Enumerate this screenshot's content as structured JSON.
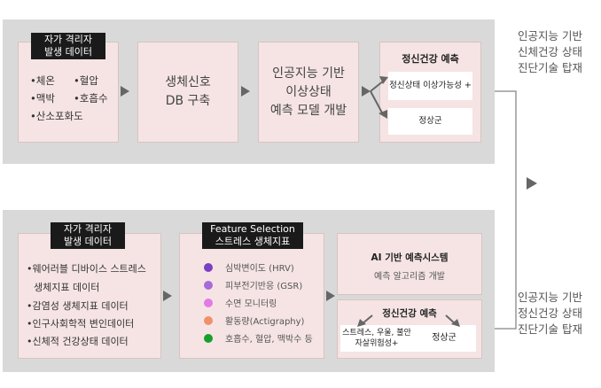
{
  "top_row": {
    "box1": {
      "tag": [
        "자가 격리자",
        "발생 데이터"
      ],
      "items": [
        "•체온",
        "•혈압",
        "•맥박",
        "•호흡수",
        "•산소포화도"
      ]
    },
    "box2": {
      "lines": [
        "생체신호",
        "DB 구축"
      ]
    },
    "box3": {
      "lines": [
        "인공지능 기반",
        "이상상태",
        "예측 모델 개발"
      ]
    },
    "box4": {
      "title": "정신건강 예측",
      "option1": "정신상태 이상가능성 +",
      "option2": "정상군"
    },
    "side_label": [
      "인공지능 기반",
      "신체건강 상태",
      "진단기술 탑재"
    ]
  },
  "bottom_row": {
    "box1": {
      "tag": [
        "자가 격리자",
        "발생 데이터"
      ],
      "items": [
        "•웨어러블 디바이스 스트레스",
        "생체지표 데이터",
        "•감염성 생체지표 데이터",
        "•인구사회학적 변인데이터",
        "•신체적 건강상태 데이터"
      ]
    },
    "box2": {
      "tag": [
        "Feature Selection",
        "스트레스 생체지표"
      ],
      "legend": [
        {
          "label": "심박변이도 (HRV)",
          "color": "#7a3fc4"
        },
        {
          "label": "피부전기반응 (GSR)",
          "color": "#a66bd9"
        },
        {
          "label": "수면 모니터링",
          "color": "#e27ae8"
        },
        {
          "label": "활동량(Actigraphy)",
          "color": "#f0906a"
        },
        {
          "label": "호흡수, 혈압, 맥박수 등",
          "color": "#16a02a"
        }
      ]
    },
    "box3": {
      "title": "AI 기반 예측시스템",
      "subtitle": "예측 알고리즘 개발"
    },
    "box4": {
      "title": "정신건강 예측",
      "option1": [
        "스트레스, 우울, 불안",
        "자살위험성+"
      ],
      "option2": "정상군"
    },
    "side_label": [
      "인공지능 기반",
      "정신건강 상태",
      "진단기술 탑재"
    ]
  }
}
